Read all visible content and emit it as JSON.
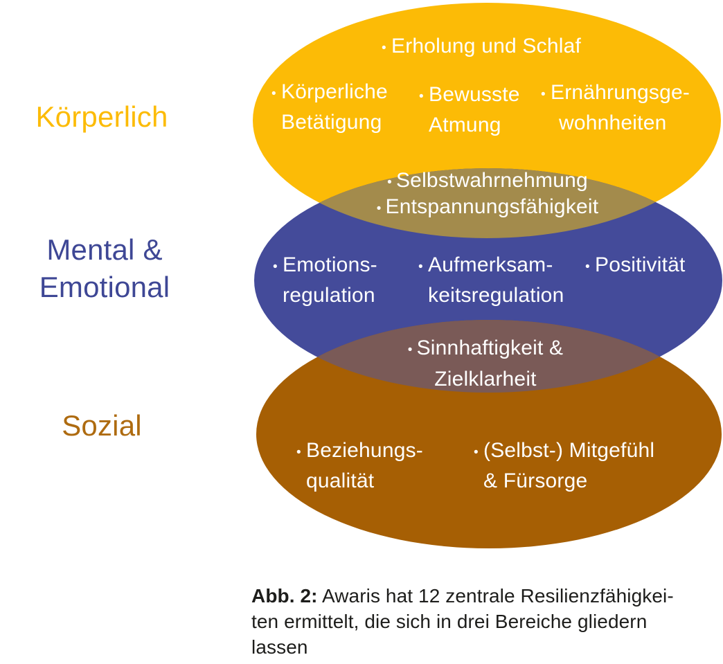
{
  "bullet": "•",
  "colors": {
    "physical_ellipse": "#FCBB06",
    "mental_ellipse": "#444B9A",
    "social_ellipse": "#A65F04",
    "physical_mental_overlap": "#A38B4C",
    "mental_social_overlap": "#7A5A57",
    "physical_label": "#FCBB06",
    "mental_label": "#3E4795",
    "social_label": "#AE6B10",
    "item_text": "#FFFFFF",
    "caption_text": "#1D1D1B",
    "background": "#FFFFFF"
  },
  "area_labels": {
    "physical": "Körperlich",
    "mental_line1": "Mental &",
    "mental_line2": "Emotional",
    "social": "Sozial"
  },
  "venn": {
    "physical": {
      "items": [
        {
          "lines": [
            "Erholung und Schlaf"
          ]
        },
        {
          "lines": [
            "Körperliche",
            "Betätigung"
          ]
        },
        {
          "lines": [
            "Bewusste",
            "Atmung"
          ]
        },
        {
          "lines": [
            "Ernährungsge-",
            "wohnheiten"
          ]
        }
      ]
    },
    "physical_mental_overlap": {
      "items": [
        {
          "lines": [
            "Selbstwahrnehmung"
          ]
        },
        {
          "lines": [
            "Entspannungsfähigkeit"
          ]
        }
      ]
    },
    "mental": {
      "items": [
        {
          "lines": [
            "Emotions-",
            "regulation"
          ]
        },
        {
          "lines": [
            "Aufmerksam-",
            "keitsregulation"
          ]
        },
        {
          "lines": [
            "Positivität"
          ]
        }
      ]
    },
    "mental_social_overlap": {
      "items": [
        {
          "lines": [
            "Sinnhaftigkeit &",
            "Zielklarheit"
          ]
        }
      ]
    },
    "social": {
      "items": [
        {
          "lines": [
            "Beziehungs-",
            "qualität"
          ]
        },
        {
          "lines": [
            "(Selbst-) Mitgefühl",
            "& Fürsorge"
          ]
        }
      ]
    }
  },
  "caption": {
    "prefix": "Abb. 2:",
    "lines": [
      "Awaris hat 12 zentrale Resilienzfähigkei-",
      "ten ermittelt, die sich in drei Bereiche gliedern",
      "lassen"
    ]
  }
}
